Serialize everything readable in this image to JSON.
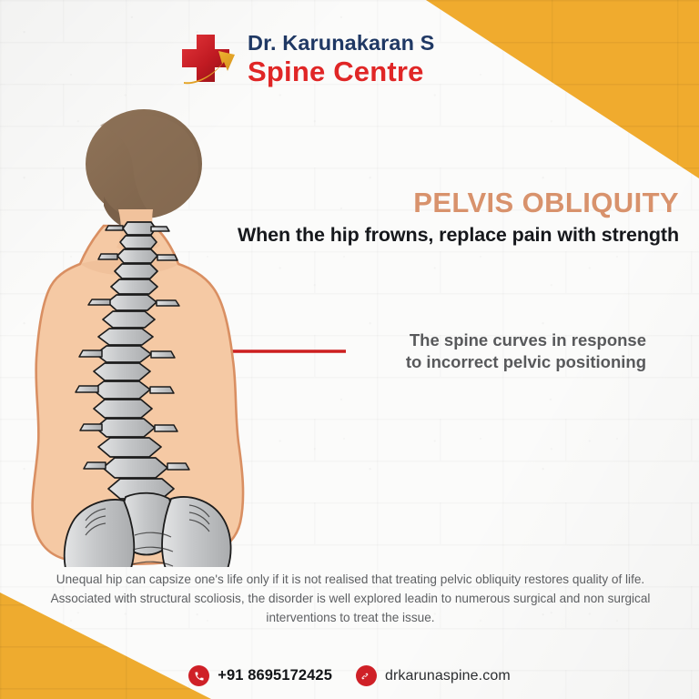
{
  "brand": {
    "logo_icon": "medical-cross-swoosh-icon",
    "doctor_name": "Dr. Karunakaran S",
    "clinic_name": "Spine Centre",
    "name_color": "#1f3864",
    "clinic_color": "#e02626"
  },
  "headline": {
    "title": "PELVIS OBLIQUITY",
    "title_color": "#d8926c",
    "subtitle": "When the hip frowns, replace pain with strength"
  },
  "callout": {
    "text": "The spine curves in response\nto incorrect pelvic positioning",
    "arrow_icon": "left-arrow-icon",
    "arrow_color": "#cc1f1f",
    "text_color": "#58595b"
  },
  "illustration": {
    "label": "posterior-torso-spine-pelvis-illustration",
    "skin_color": "#f5c9a4",
    "skin_outline": "#d98f62",
    "hair_color": "#8a7055",
    "bone_color": "#c9cacc",
    "bone_outline": "#1c1c1c"
  },
  "body": {
    "paragraph": "Unequal hip can capsize one's life only if it is not realised that treating pelvic obliquity restores quality of life. Associated with structural scoliosis, the disorder is well explored leadin to numerous surgical and non surgical interventions to treat the issue."
  },
  "footer": {
    "phone_icon": "phone-icon",
    "phone": "+91 8695172425",
    "website_icon": "link-icon",
    "website": "drkarunaspine.com",
    "icon_bg_color": "#cf2027"
  },
  "decor": {
    "corner_color": "#f0ab2e",
    "background": "white-brick-wall"
  }
}
